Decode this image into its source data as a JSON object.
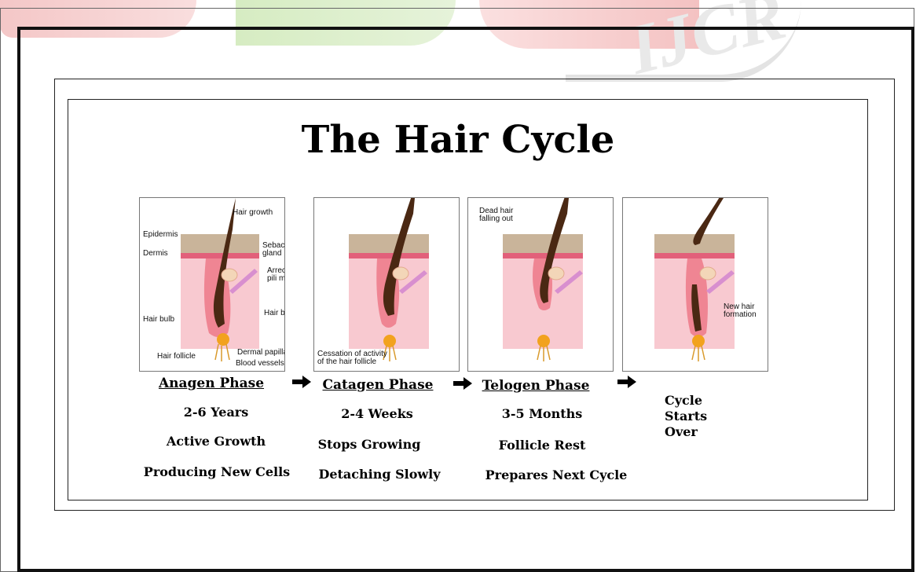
{
  "watermark_text": "IJCR",
  "title": "The Hair Cycle",
  "labels": {
    "hair_growth": "Hair growth",
    "epidermis": "Epidermis",
    "dermis": "Dermis",
    "sebaceous_gland": "Sebaceous\ngland",
    "arrector": "Arrector\npili muscle",
    "hair_bulge": "Hair bulge",
    "hair_bulb": "Hair bulb",
    "dermal_papilla": "Dermal papilla",
    "hair_follicle": "Hair follicle",
    "blood_vessels": "Blood vessels",
    "cessation": "Cessation of activity\nof the hair follicle",
    "dead_hair": "Dead hair\nfalling out",
    "new_hair": "New hair\nformation"
  },
  "phases": [
    {
      "name": "Anagen Phase",
      "duration": "2-6 Years",
      "state": "Active Growth",
      "detail": "Producing New Cells"
    },
    {
      "name": "Catagen Phase",
      "duration": "2-4 Weeks",
      "state": "Stops Growing",
      "detail": "Detaching Slowly"
    },
    {
      "name": "Telogen Phase",
      "duration": "3-5 Months",
      "state": "Follicle Rest",
      "detail": "Prepares Next Cycle"
    }
  ],
  "cycle_end": [
    "Cycle",
    "Starts",
    "Over"
  ],
  "colors": {
    "epidermis": "#c9b49a",
    "dermis_line": "#e2607a",
    "skin": "#f8c9d0",
    "follicle": "#ef8593",
    "hair": "#4a2813",
    "papilla": "#f2a21e",
    "gland": "#f3d6b8",
    "muscle": "#d88fcf"
  }
}
